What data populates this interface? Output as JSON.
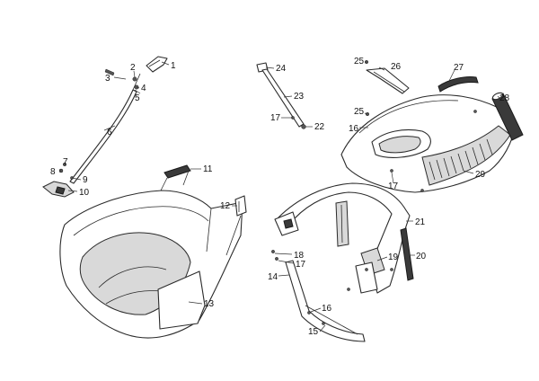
{
  "callouts": {
    "c1": "1",
    "c2": "2",
    "c3": "3",
    "c4": "4",
    "c5": "5",
    "c6": "6",
    "c7": "7",
    "c8": "8",
    "c9": "9",
    "c10": "10",
    "c11": "11",
    "c12": "12",
    "c13": "13",
    "c14": "14",
    "c15": "15",
    "c16a": "16",
    "c16b": "16",
    "c17a": "17",
    "c17b": "17",
    "c17c": "17",
    "c18": "18",
    "c19": "19",
    "c20": "20",
    "c21": "21",
    "c22": "22",
    "c23": "23",
    "c24": "24",
    "c25a": "25",
    "c25b": "25",
    "c26": "26",
    "c27": "27",
    "c28": "28",
    "c29": "29"
  }
}
